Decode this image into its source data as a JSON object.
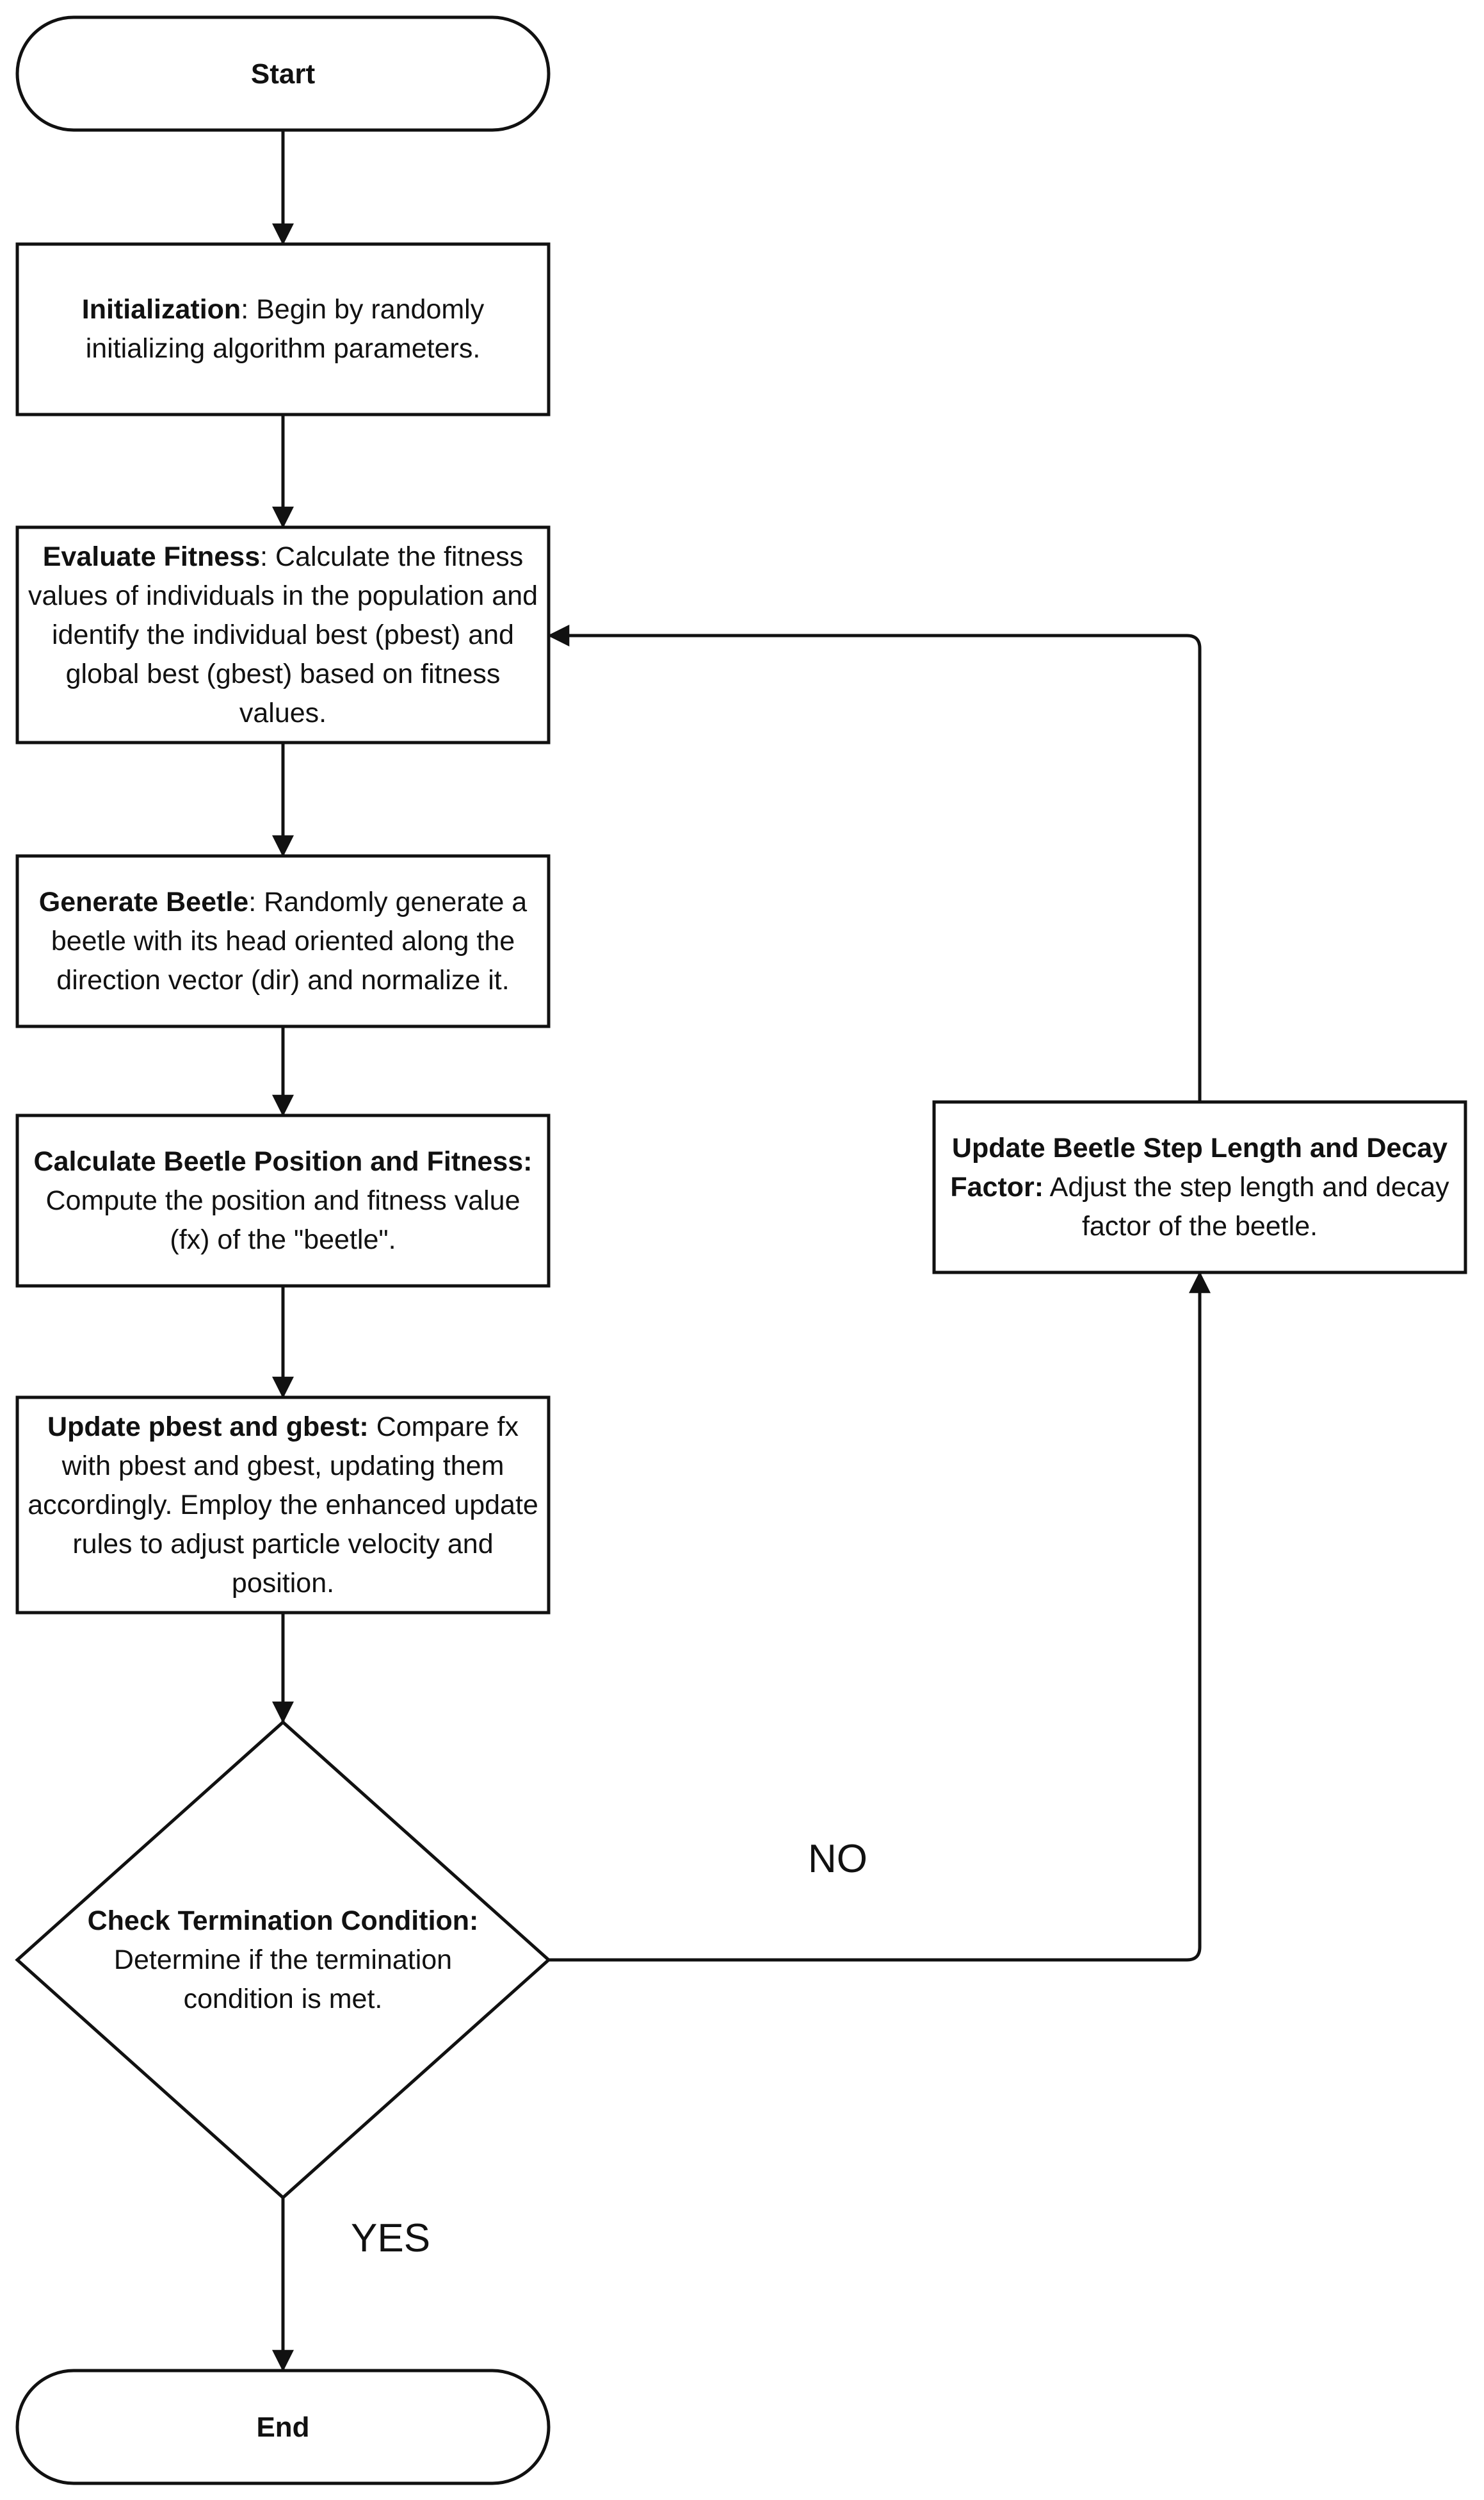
{
  "start": {
    "label": "Start"
  },
  "end": {
    "label": "End"
  },
  "steps": {
    "init": {
      "title": "Initialization",
      "text": ": Begin by randomly initializing algorithm parameters."
    },
    "evaluate": {
      "title": "Evaluate Fitness",
      "text": ": Calculate the fitness values of individuals in the population and identify the individual best (pbest) and global best (gbest) based on fitness values."
    },
    "generate": {
      "title": "Generate Beetle",
      "text": ": Randomly generate a beetle with its head oriented along the direction vector (dir) and normalize it."
    },
    "calculate": {
      "title": "Calculate Beetle Position and Fitness:",
      "text": " Compute the position and fitness value (fx) of the \"beetle\"."
    },
    "update": {
      "title": "Update pbest and gbest:",
      "text": " Compare fx with pbest and gbest, updating them accordingly. Employ the enhanced update rules to adjust particle velocity and position."
    },
    "step_length": {
      "title": "Update Beetle Step Length and Decay Factor:",
      "text": " Adjust the step length and decay factor of the beetle."
    }
  },
  "decision": {
    "title": "Check Termination Condition:",
    "text": "Determine if the termination condition is met."
  },
  "branches": {
    "no": "NO",
    "yes": "YES"
  }
}
